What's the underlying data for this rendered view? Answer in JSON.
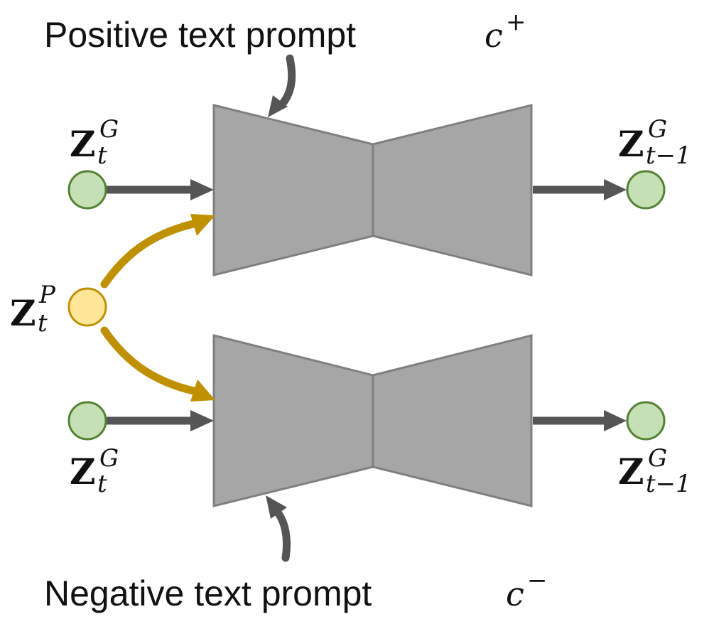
{
  "prompts": {
    "positive": {
      "text": "Positive text prompt",
      "symbol": "c",
      "sign": "+"
    },
    "negative": {
      "text": "Negative text prompt",
      "symbol": "c",
      "sign": "−"
    }
  },
  "latents": {
    "top_in": {
      "base": "Z",
      "sub": "t",
      "sup": "G"
    },
    "top_out": {
      "base": "Z",
      "sub": "t−1",
      "sup": "G"
    },
    "side": {
      "base": "Z",
      "sub": "t",
      "sup": "P"
    },
    "bottom_in": {
      "base": "Z",
      "sub": "t",
      "sup": "G"
    },
    "bottom_out": {
      "base": "Z",
      "sub": "t−1",
      "sup": "G"
    }
  },
  "colors": {
    "network_fill": "#a6a6a6",
    "network_stroke": "#7f7f7f",
    "arrow_gray": "#555555",
    "arrow_gold": "#bf9000",
    "node_green_fill": "#c5e0b4",
    "node_green_stroke": "#548235",
    "node_yellow_fill": "#ffe699",
    "node_yellow_stroke": "#bf9000"
  }
}
